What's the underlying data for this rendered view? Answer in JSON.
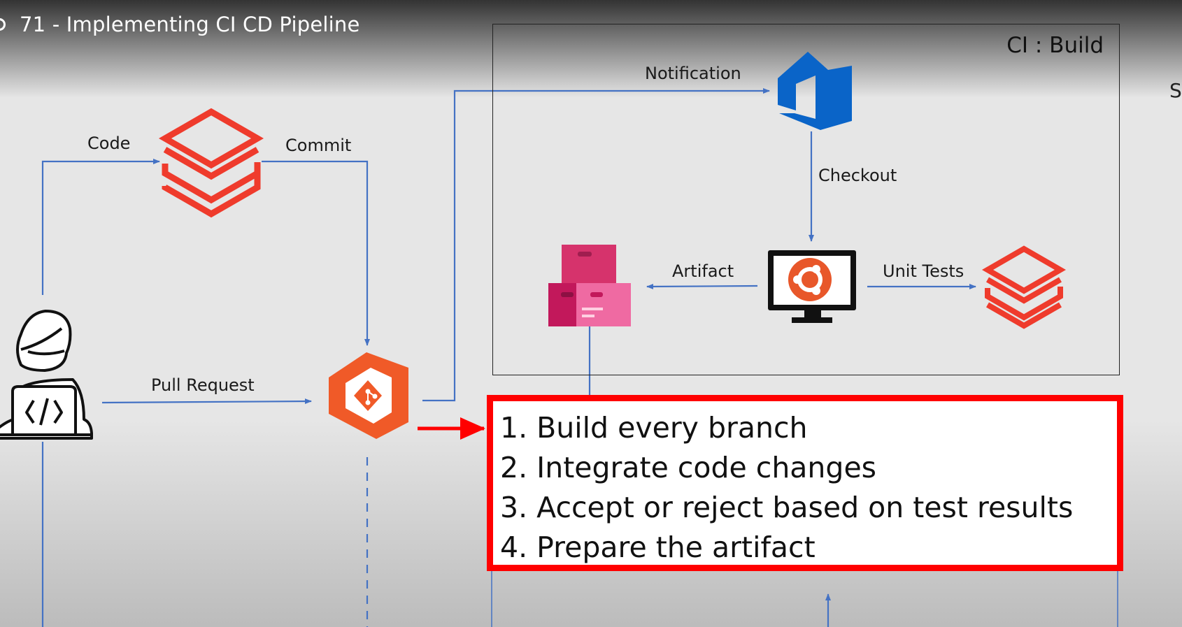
{
  "video": {
    "title": "71 - Implementing CI CD Pipeline"
  },
  "diagram": {
    "labels": {
      "code": "Code",
      "commit": "Commit",
      "pull_request": "Pull Request",
      "notification": "Notification",
      "checkout": "Checkout",
      "artifact": "Artifact",
      "unit_tests": "Unit Tests"
    },
    "ci_box_title": "CI : Build",
    "edge_letter": "S",
    "steps": [
      "1. Build every branch",
      "2. Integrate code changes",
      "3. Accept or reject based on test results",
      "4. Prepare the artifact"
    ],
    "icons": [
      "developer-icon",
      "databricks-icon",
      "azure-repos-icon",
      "azure-devops-icon",
      "ubuntu-agent-icon",
      "artifact-icon"
    ],
    "colors": {
      "flow_line": "#4472c4",
      "databricks": "#ef3b2c",
      "highlight": "#ff0000",
      "devops": "#0a64c8",
      "artifact": "#d63a7a"
    }
  }
}
